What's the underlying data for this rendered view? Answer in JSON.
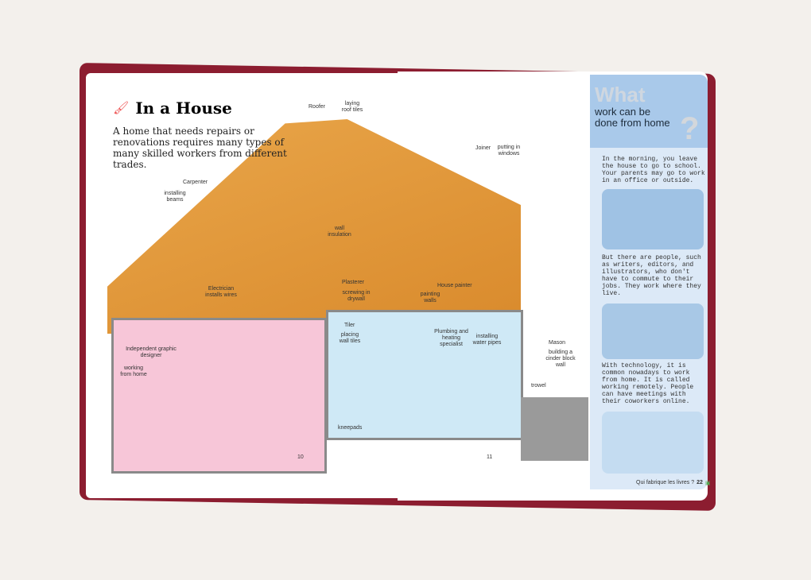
{
  "left_page": {
    "title": "In a House",
    "intro": "A home that needs repairs or renovations requires many types of many skilled workers from different trades.",
    "page_number": "10",
    "labels": [
      {
        "t": "Roofer"
      },
      {
        "t": "laying roof tiles"
      },
      {
        "t": "Joiner"
      },
      {
        "t": "putting in windows"
      },
      {
        "t": "Carpenter"
      },
      {
        "t": "installing beams"
      },
      {
        "t": "wall insulation"
      },
      {
        "t": "Electrician installs wires"
      },
      {
        "t": "Plasterer"
      },
      {
        "t": "screwing in drywall"
      },
      {
        "t": "painting walls"
      },
      {
        "t": "House painter"
      },
      {
        "t": "Independent graphic designer"
      },
      {
        "t": "working from home"
      }
    ]
  },
  "right_page": {
    "page_number": "11",
    "labels": [
      {
        "t": "Tiler"
      },
      {
        "t": "placing wall tiles"
      },
      {
        "t": "Plumbing and heating specialist"
      },
      {
        "t": "installing water pipes"
      },
      {
        "t": "kneepads"
      },
      {
        "t": "Mason"
      },
      {
        "t": "building a cinder block wall"
      },
      {
        "t": "trowel"
      }
    ]
  },
  "sidebar": {
    "heading_big": "What",
    "heading_sub": "work can be done from home",
    "q_mark": "?",
    "p1": "In the morning, you leave the house to go to school. Your parents may go to work in an office or outside.",
    "p2": "But there are people, such as writers, editors, and illustrators, who don't have to commute to their jobs. They work where they live.",
    "p3": "With technology, it is common nowadays to work from home. It is called working remotely. People can have meetings with their coworkers online.",
    "footer": "Qui fabrique les livres ?",
    "footer_page": "22"
  }
}
